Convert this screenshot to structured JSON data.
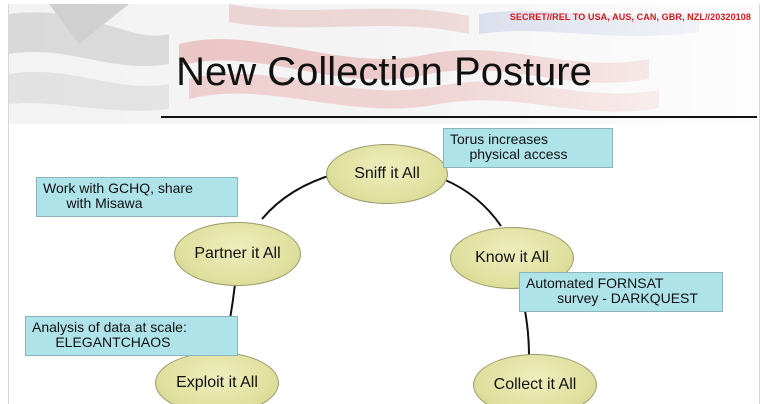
{
  "slide": {
    "classification": "SECRET//REL TO USA, AUS, CAN, GBR, NZL//20320108",
    "title": "New Collection Posture"
  },
  "nodes": {
    "sniff": "Sniff it All",
    "partner": "Partner it All",
    "know": "Know it All",
    "exploit": "Exploit it All",
    "collect": "Collect it All"
  },
  "notes": {
    "torus": "Torus increases\n     physical access",
    "gchq": "Work with GCHQ, share\n      with Misawa",
    "fornsat": "Automated FORNSAT\n        survey - DARKQUEST",
    "analysis": "Analysis of data at scale:\n      ELEGANTCHAOS"
  },
  "colors": {
    "node_fill": "#dfdf9e",
    "note_fill": "#aee3ea",
    "classification": "#d21a1a"
  }
}
